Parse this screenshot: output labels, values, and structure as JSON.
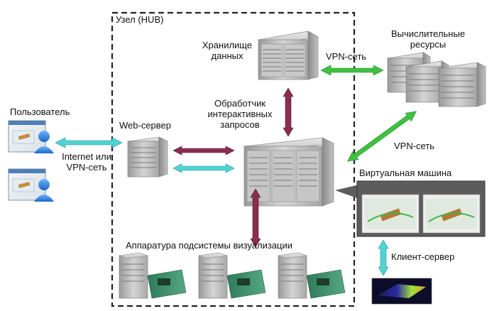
{
  "hub_label": "Узел (HUB)",
  "storage_label": "Хранилище данных",
  "compute_label": "Вычислительные ресурсы",
  "vpn_top_label": "VPN-сеть",
  "vpn_right_label": "VPN-сеть",
  "user_label": "Пользователь",
  "web_server_label": "Web-сервер",
  "handler_label": "Обработчик интерактивных запросов",
  "internet_label": "Internet или VPN-сеть",
  "vm_label": "Виртуальная машина",
  "client_server_label": "Клиент-сервер",
  "viz_label": "Аппаратура подсистемы визуализации",
  "colors": {
    "cyan_arrow": "#4fd3d3",
    "green_arrow": "#3fc040",
    "maroon_arrow": "#8a2d52",
    "hub_border": "#222222",
    "server_body": "#b9b9b9",
    "vm_panel": "#5c5c5c",
    "gpu_board": "#3a8a6a"
  }
}
